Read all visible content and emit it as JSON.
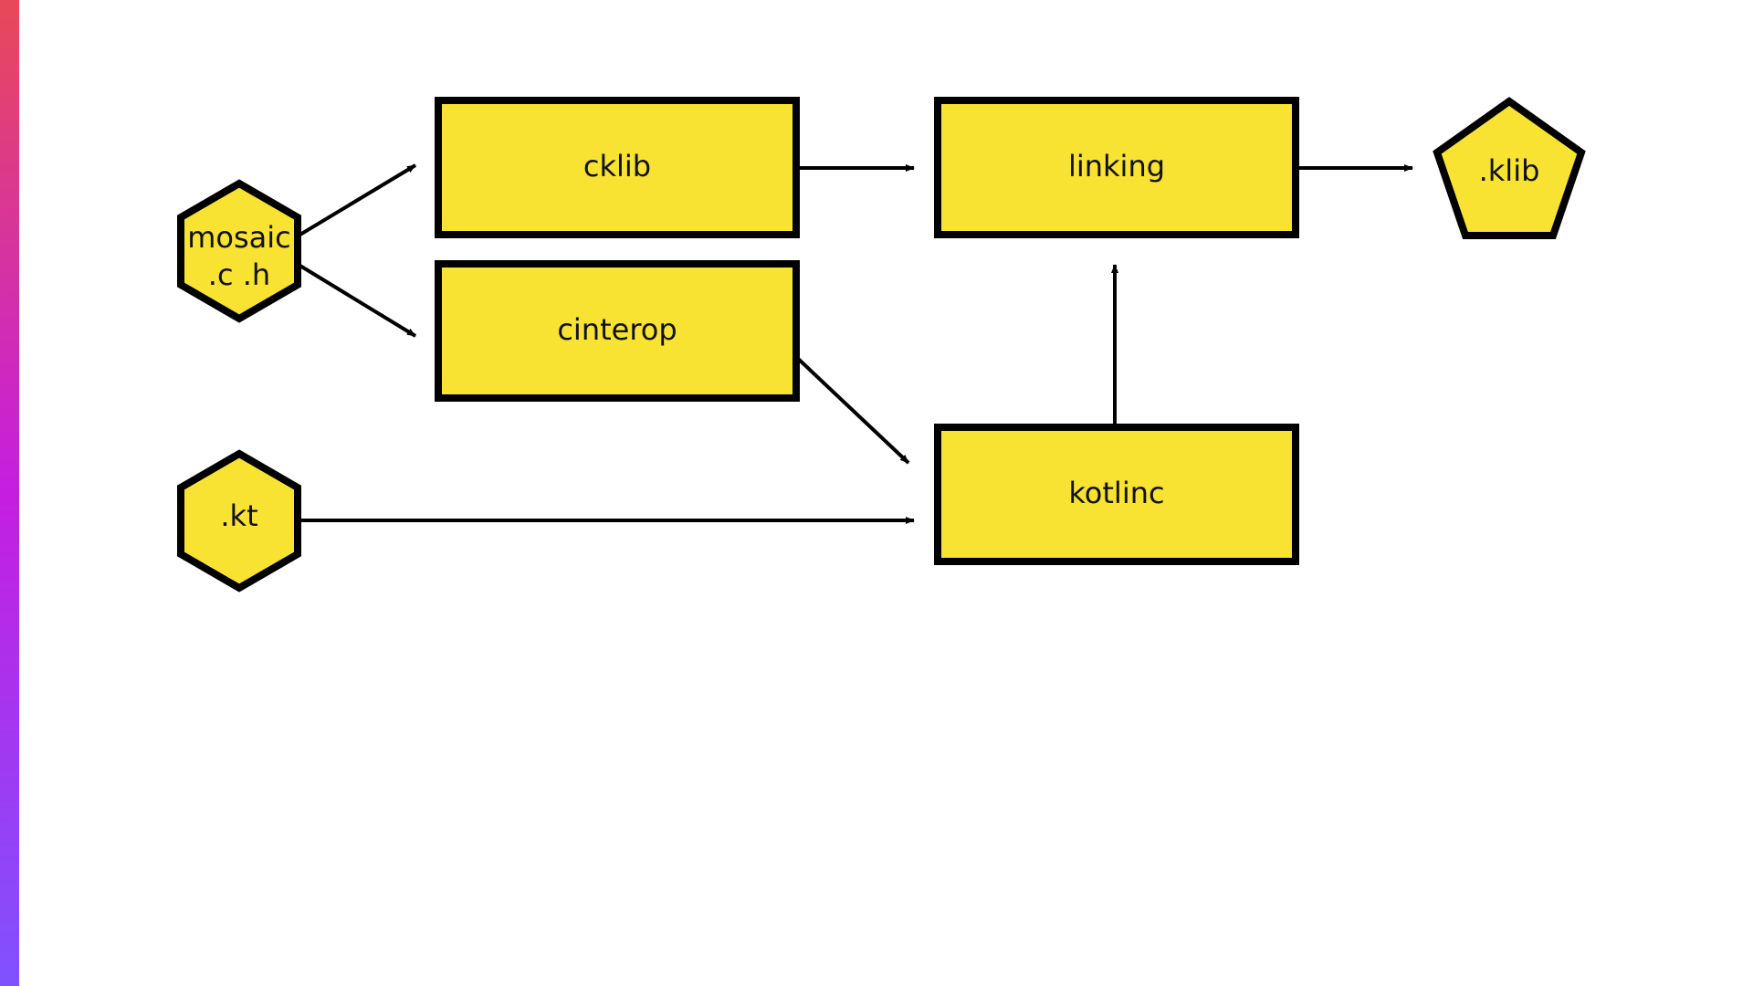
{
  "colors": {
    "node_fill": "#f8e232",
    "stroke": "#000000",
    "accent_top": "#e8495a",
    "accent_mid": "#c51ee0",
    "accent_bottom": "#7f52ff"
  },
  "nodes": {
    "mosaic": {
      "shape": "hexagon",
      "lines": [
        "mosaic",
        ".c .h"
      ]
    },
    "kt": {
      "shape": "hexagon",
      "label": ".kt"
    },
    "cklib": {
      "shape": "rectangle",
      "label": "cklib"
    },
    "cinterop": {
      "shape": "rectangle",
      "label": "cinterop"
    },
    "linking": {
      "shape": "rectangle",
      "label": "linking"
    },
    "kotlinc": {
      "shape": "rectangle",
      "label": "kotlinc"
    },
    "klib": {
      "shape": "pentagon",
      "label": ".klib"
    }
  },
  "edges": [
    {
      "from": "mosaic",
      "to": "cklib"
    },
    {
      "from": "mosaic",
      "to": "cinterop"
    },
    {
      "from": "cklib",
      "to": "linking"
    },
    {
      "from": "linking",
      "to": "klib"
    },
    {
      "from": "cinterop",
      "to": "kotlinc"
    },
    {
      "from": "kt",
      "to": "kotlinc"
    },
    {
      "from": "kotlinc",
      "to": "linking"
    }
  ]
}
